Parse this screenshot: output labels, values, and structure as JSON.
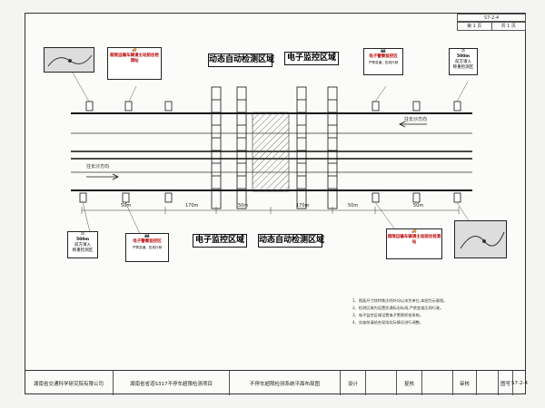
{
  "header": {
    "drawing_no": "S7-2-4",
    "page": "第 1 页",
    "total": "共 1 页"
  },
  "zones": {
    "top_dynamic": "动态自动检测区域",
    "top_police": "电子监控区域",
    "bottom_police": "电子监控区域",
    "bottom_dynamic": "动态自动检测区域"
  },
  "signs": {
    "top_left_notice": "超限运输车辆请主动前往检测站",
    "top_monitor": "电子警察监控区",
    "top_monitor_sub": "严禁变道、压线行驶",
    "top_right_station": "前方请入",
    "top_right_station2": "称重检测区",
    "top_right_dist": "500m",
    "bottom_left_station": "前方请入",
    "bottom_left_station2": "称重检测区",
    "bottom_left_dist": "500m",
    "bottom_monitor": "电子警察监控区",
    "bottom_monitor_sub": "严禁变道、压线行驶",
    "bottom_right_notice": "超限运输车辆请主动前往检测站"
  },
  "directions": {
    "top": "往长沙方向",
    "bottom": "往长沙方向"
  },
  "dimensions": {
    "d1": "50m",
    "d2": "170m",
    "d3": "50m",
    "d4": "170m",
    "d5": "50m",
    "d6": "50m"
  },
  "notes": [
    "1、图面尺寸除特殊注明外均以米为单位,本图为示意图。",
    "2、检测区域内设置交通标志标线,严禁变道压线行驶。",
    "3、电子监控区域设置电子警察抓拍系统。",
    "4、实施前请结合现场实际情况进行调整。"
  ],
  "titleblock": {
    "org": "湖南省交通科学研究院有限公司",
    "project": "湖南省省道S317不停车超限检测项目",
    "title": "不停车超限检测系统平面布局图",
    "design": "设计",
    "review": "复核",
    "approve": "审核",
    "drawing_no_label": "图号",
    "drawing_no": "S7-2-4"
  }
}
